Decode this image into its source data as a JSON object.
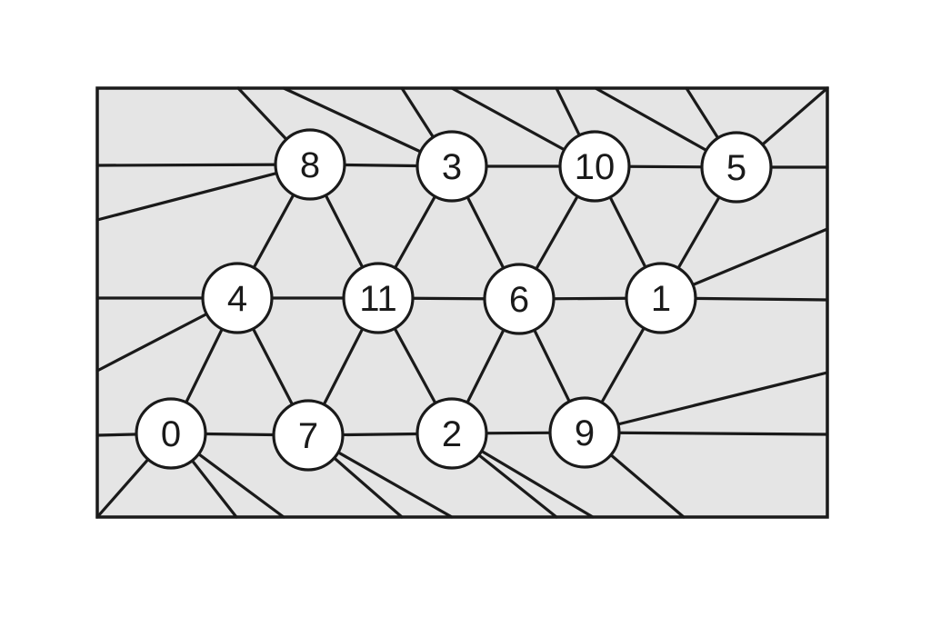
{
  "diagram": {
    "nodes": [
      {
        "id": "8",
        "label": "8"
      },
      {
        "id": "3",
        "label": "3"
      },
      {
        "id": "10",
        "label": "10"
      },
      {
        "id": "5",
        "label": "5"
      },
      {
        "id": "4",
        "label": "4"
      },
      {
        "id": "11",
        "label": "11"
      },
      {
        "id": "6",
        "label": "6"
      },
      {
        "id": "1",
        "label": "1"
      },
      {
        "id": "0",
        "label": "0"
      },
      {
        "id": "7",
        "label": "7"
      },
      {
        "id": "2",
        "label": "2"
      },
      {
        "id": "9",
        "label": "9"
      }
    ],
    "edges": [
      [
        "8",
        "3"
      ],
      [
        "3",
        "10"
      ],
      [
        "10",
        "5"
      ],
      [
        "4",
        "11"
      ],
      [
        "11",
        "6"
      ],
      [
        "6",
        "1"
      ],
      [
        "0",
        "7"
      ],
      [
        "7",
        "2"
      ],
      [
        "2",
        "9"
      ],
      [
        "8",
        "4"
      ],
      [
        "8",
        "11"
      ],
      [
        "3",
        "11"
      ],
      [
        "3",
        "6"
      ],
      [
        "10",
        "6"
      ],
      [
        "10",
        "1"
      ],
      [
        "5",
        "1"
      ],
      [
        "4",
        "0"
      ],
      [
        "4",
        "7"
      ],
      [
        "11",
        "7"
      ],
      [
        "11",
        "2"
      ],
      [
        "6",
        "2"
      ],
      [
        "6",
        "9"
      ],
      [
        "1",
        "9"
      ]
    ]
  },
  "colors": {
    "background": "#e5e5e5",
    "node_fill": "#ffffff",
    "stroke": "#1a1a1a"
  }
}
